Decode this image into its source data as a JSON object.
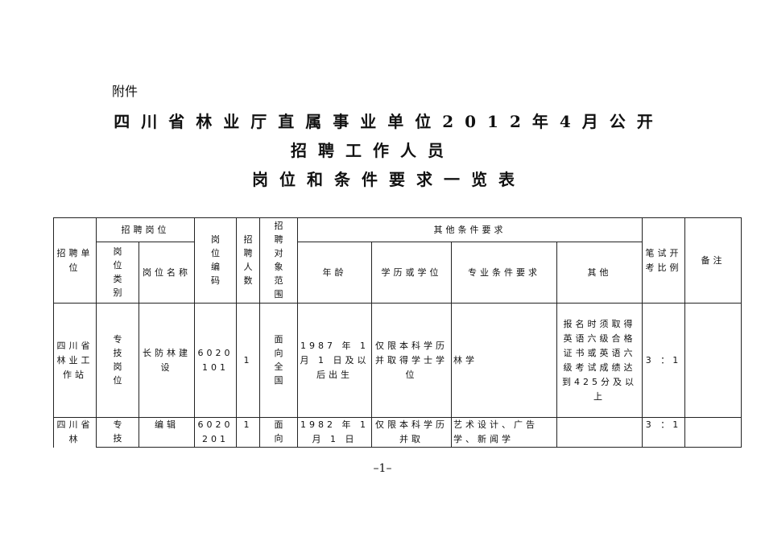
{
  "annex": "附件",
  "title": {
    "line1": "四川省林业厅直属事业单位2012年4月公开",
    "line2": "招聘工作人员",
    "line3": "岗位和条件要求一览表"
  },
  "table": {
    "headers": {
      "unit": "招聘单位",
      "post_group": "招聘岗位",
      "post_type": "岗位类别",
      "post_name": "岗位名称",
      "post_code": "岗位编码",
      "count": "招聘人数",
      "scope": "招聘对象范围",
      "other_group": "其他条件要求",
      "age": "年龄",
      "education": "学历或学位",
      "major": "专业条件要求",
      "other": "其他",
      "ratio": "笔试开考比例",
      "remark": "备注"
    },
    "rows": [
      {
        "unit": "四川省林业工作站",
        "post_type": "专技岗位",
        "post_name": "长防林建设",
        "post_code": "6020101",
        "count": "1",
        "scope": "面向全国",
        "age": "1987 年 1 月 1 日及以后出生",
        "education": "仅限本科学历并取得学士学位",
        "major": "林学",
        "other": "报名时须取得英语六级合格证书或英语六级考试成绩达到425分及以上",
        "ratio": "3 ：1",
        "remark": ""
      },
      {
        "unit": "四川省林",
        "post_type": "专技",
        "post_name": "编辑",
        "post_code": "6020201",
        "count": "1",
        "scope": "面向",
        "age": "1982 年 1 月 1 日",
        "education": "仅限本科学历并取",
        "major": "艺术设计、广告学、新闻学",
        "other": "",
        "ratio": "3 ：1",
        "remark": ""
      }
    ]
  },
  "page_number": "–1–"
}
